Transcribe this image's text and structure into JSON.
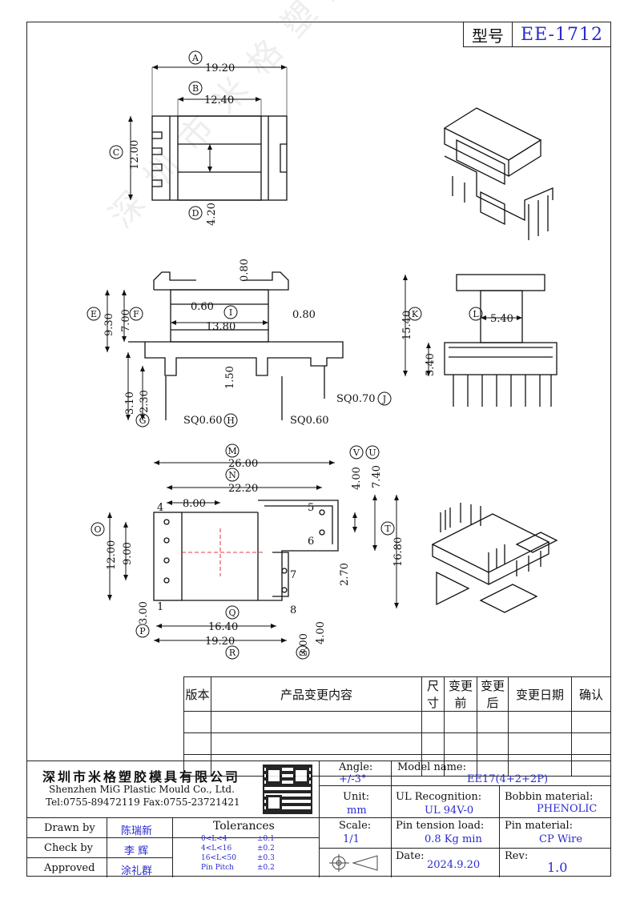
{
  "header": {
    "model_label": "型号",
    "model_value": "EE-1712"
  },
  "watermark": "深圳市米格塑胶模具有限公司",
  "diagram": {
    "circle_labels": [
      "A",
      "B",
      "C",
      "D",
      "E",
      "F",
      "G",
      "H",
      "I",
      "J",
      "K",
      "L",
      "M",
      "N",
      "O",
      "P",
      "Q",
      "R",
      "S",
      "T",
      "U",
      "V"
    ],
    "dims_top": {
      "A": "19.20",
      "B": "12.40",
      "C": "12.00",
      "D": "4.20"
    },
    "dims_side": {
      "e": "0.80",
      "f": "0.60",
      "g": "0.80",
      "h": "13.80",
      "i": "9.30",
      "j": "7.00",
      "k": "1.50",
      "l": "3.10",
      "m": "2.30",
      "n": "SQ0.60",
      "o": "SQ0.60",
      "p": "SQ0.70"
    },
    "dims_end": {
      "a": "15.40",
      "b": "5.40",
      "c": "5.40"
    },
    "dims_bottom": {
      "a": "26.00",
      "b": "22.20",
      "c": "8.00",
      "d": "4.00",
      "e": "7.40",
      "f": "12.00",
      "g": "9.00",
      "h": "2.70",
      "i": "16.80",
      "j": "3.00",
      "k": "16.40",
      "l": "19.20",
      "m": "3.00",
      "n": "4.00"
    },
    "pins": [
      "1",
      "4",
      "5",
      "6",
      "7",
      "8"
    ]
  },
  "revision": {
    "headers": [
      "版本",
      "产品变更内容",
      "尺寸",
      "变更前",
      "变更后",
      "变更日期",
      "确认"
    ]
  },
  "title_block": {
    "company_cn": "深圳市米格塑胶模具有限公司",
    "company_en": "Shenzhen MiG Plastic Mould Co., Ltd.",
    "phone": "Tel:0755-89472119   Fax:0755-23721421",
    "angle_label": "Angle:",
    "angle_value": "+/-3°",
    "unit_label": "Unit:",
    "unit_value": "mm",
    "scale_label": "Scale:",
    "scale_value": "1/1",
    "model_name_label": "Model name:",
    "model_name_value": "EE17(4+2+2P)",
    "ul_label": "UL Recognition:",
    "ul_value": "UL 94V-0",
    "bobbin_label": "Bobbin material:",
    "bobbin_value": "PHENOLIC",
    "pin_tension_label": "Pin tension load:",
    "pin_tension_value": "0.8 Kg min",
    "pin_material_label": "Pin material:",
    "pin_material_value": "CP Wire",
    "date_label": "Date:",
    "date_value": "2024.9.20",
    "rev_label": "Rev:",
    "rev_value": "1.0",
    "drawn_label": "Drawn by",
    "drawn_value": "陈瑞新",
    "check_label": "Check by",
    "check_value": "李  辉",
    "approved_label": "Approved",
    "approved_value": "涂礼群",
    "tolerances_label": "Tolerances",
    "tolerances": [
      {
        "range": "0<L<4",
        "value": "±0.1"
      },
      {
        "range": "4<L<16",
        "value": "±0.2"
      },
      {
        "range": "16<L<50",
        "value": "±0.3"
      },
      {
        "range": "Pin Pitch",
        "value": "±0.2"
      }
    ]
  }
}
